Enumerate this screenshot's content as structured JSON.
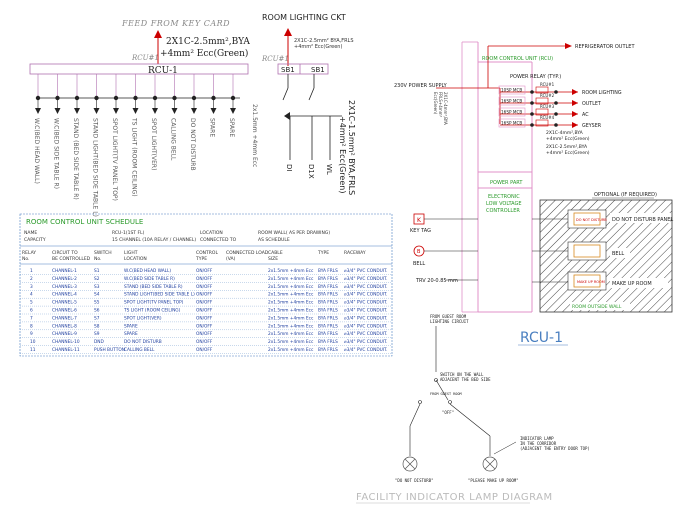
{
  "top": {
    "feed_title": "FEED FROM KEY CARD",
    "feed_cable_1": "2X1C-2.5mm²,BYA",
    "feed_cable_2": "+4mm² Ecc(Green)",
    "rcu_tag": "RCU#1",
    "rcu_label": "RCU-1",
    "cable_vertical": "2x1.5mm +4mm Ecc",
    "channel_labels": [
      "W.C(BED HEAD WALL)",
      "W.C(BED SIDE TABLE R)",
      "STAND (BED SIDE TABLE R)",
      "STAND LIGHT(BED SIDE TABLE L)",
      "SPOT LIGHT(TV PANEL TOP)",
      "TS LIGHT (ROOM CEILING)",
      "SPOT LIGHT(VER)",
      "CALLING BELL",
      "DO NOT DISTURB",
      "SPARE",
      "SPARE"
    ]
  },
  "room_ckt": {
    "title": "ROOM LIGHTING CKT",
    "small_cable_1": "2X1C-2.5mm² BYA,FRLS",
    "small_cable_2": "+4mm² Ecc(Green)",
    "rcu_tag": "RCU#1",
    "sb1": "SB1",
    "sb2": "SB1",
    "cable_1": "2X1C-1.5mm² BYA,FRLS",
    "cable_2": "+4mm² Ecc(Green)",
    "loads": [
      "DI",
      "D1X",
      "WL"
    ]
  },
  "schedule": {
    "title": "ROOM CONTROL UNIT SCHEDULE",
    "name_label": "NAME",
    "name_value": "RCU-1(1ST FL)",
    "capacity_label": "CAPACITY",
    "capacity_value": "15 CHANNEL (10A RELAY / CHANNEL)",
    "location_label": "LOCATION",
    "location_value": "ROOM WALL( AS PER DRAWING)",
    "connected_label": "CONNECTED TO",
    "connected_value": "AS SCHEDULE",
    "headers": [
      "RELAY No.",
      "CIRCUIT TO BE CONTROLLED",
      "SWITCH No.",
      "LIGHT LOCATION",
      "CONTROL TYPE",
      "CONNECTED LOAD (VA)",
      "CABLE SIZE",
      "TYPE",
      "RACEWAY"
    ],
    "rows": [
      [
        "1",
        "CHANNEL-1",
        "S1",
        "W.C(BED HEAD WALL)",
        "ON/OFF",
        "",
        "2x1.5mm +4mm Ecc",
        "BYA FRLS",
        "⌀3/4\" PVC CONDUIT."
      ],
      [
        "2",
        "CHANNEL-2",
        "S2",
        "W.C(BED SIDE TABLE R)",
        "ON/OFF",
        "",
        "2x1.5mm +4mm Ecc",
        "BYA FRLS",
        "⌀3/4\" PVC CONDUIT."
      ],
      [
        "3",
        "CHANNEL-3",
        "S3",
        "STAND (BED SIDE TABLE R)",
        "ON/OFF",
        "",
        "2x1.5mm +4mm Ecc",
        "BYA FRLS",
        "⌀3/4\" PVC CONDUIT."
      ],
      [
        "4",
        "CHANNEL-4",
        "S4",
        "STAND LIGHT(BED SIDE TABLE L)",
        "ON/OFF",
        "",
        "2x1.5mm +4mm Ecc",
        "BYA FRLS",
        "⌀3/4\" PVC CONDUIT."
      ],
      [
        "5",
        "CHANNEL-5",
        "S5",
        "SPOT LIGHT(TV PANEL TOP)",
        "ON/OFF",
        "",
        "2x1.5mm +4mm Ecc",
        "BYA FRLS",
        "⌀3/4\" PVC CONDUIT."
      ],
      [
        "6",
        "CHANNEL-6",
        "S6",
        "TS LIGHT (ROOM CEILING)",
        "ON/OFF",
        "",
        "2x1.5mm +4mm Ecc",
        "BYA FRLS",
        "⌀3/4\" PVC CONDUIT."
      ],
      [
        "7",
        "CHANNEL-7",
        "S7",
        "SPOT LIGHT(VER)",
        "ON/OFF",
        "",
        "2x1.5mm +4mm Ecc",
        "BYA FRLS",
        "⌀3/4\" PVC CONDUIT."
      ],
      [
        "8",
        "CHANNEL-8",
        "S8",
        "SPARE",
        "ON/OFF",
        "",
        "2x1.5mm +4mm Ecc",
        "BYA FRLS",
        "⌀3/4\" PVC CONDUIT."
      ],
      [
        "9",
        "CHANNEL-9",
        "S9",
        "SPARE",
        "ON/OFF",
        "",
        "2x1.5mm +4mm Ecc",
        "BYA FRLS",
        "⌀3/4\" PVC CONDUIT."
      ],
      [
        "10",
        "CHANNEL-10",
        "DND",
        "DO NOT DISTURB",
        "ON/OFF",
        "",
        "2x1.5mm +4mm Ecc",
        "BYA FRLS",
        "⌀3/4\" PVC CONDUIT."
      ],
      [
        "11",
        "CHANNEL-11",
        "PUSH BUTTON",
        "CALLING BELL",
        "ON/OFF",
        "",
        "2x1.5mm +4mm Ecc",
        "BYA FRLS",
        "⌀3/4\" PVC CONDUIT."
      ]
    ]
  },
  "rcu_panel": {
    "fridge": "REFRIGERATOR OUTLET",
    "title": "ROOM CONTROL UNIT (RCU)",
    "power_relay": "POWER RELAY (TYP.)",
    "supply": "230V POWER SUPPLY",
    "supply_cable": "2X1C-4mm²,BYA",
    "supply_cable_2": "FRLS+4mm²",
    "supply_cable_3": "Ecc(Green)",
    "mcbs": [
      "10SP MCB",
      "16SP MCB",
      "16SP MCB",
      "16SP MCB"
    ],
    "rcu_nums": [
      "RCU#1",
      "RCU#2",
      "RCU#3",
      "RCU#4"
    ],
    "outputs": [
      "ROOM LIGHTING",
      "OUTLET",
      "AC",
      "GEYSER"
    ],
    "cable_a_1": "2X1C-4mm²,BYA",
    "cable_a_2": "+4mm² Ecc(Green)",
    "cable_b_1": "2X1C-2.5mm²,BYA",
    "cable_b_2": "+4mm² Ecc(Green)",
    "power_part": "POWER PART",
    "elv_1": "ELECTRONIC",
    "elv_2": "LOW VOLTAGE",
    "elv_3": "CONTROLLER",
    "keytag_symbol": "K",
    "keytag": "KEY TAG",
    "bell_symbol": "B",
    "bell": "BELL",
    "trv": "TRV 20-0.85 mm",
    "optional": "OPTIONAL (IF REQUIRED)",
    "dnd_box": "DO NOT DISTURB",
    "dnd_panel": "DO NOT DISTURB PANEL",
    "bell_box": "",
    "bell_label": "BELL",
    "mur_box": "MAKE UP ROOM",
    "mur_label": "MAKE UP ROOM",
    "outside": "ROOM OUTSIDE WALL",
    "rcu_label": "RCU-1"
  },
  "indicator": {
    "from_1": "FROM GUEST ROOM",
    "from_2": "LIGHTING CIRCUIT",
    "switch_1": "SWITCH ON THE WALL",
    "switch_2": "ADJACENT THE BED SIDE",
    "off": "\"OFF\"",
    "lamp_1": "INDICATOR LAMP",
    "lamp_2": "IN THE CORRIDOR",
    "lamp_3": "(ADJACENT THE ENTRY DOOR TOP)",
    "dnd": "\"DO NOT DISTURB\"",
    "mur": "\"PLEASE MAKE UP ROOM\"",
    "title": "FACILITY INDICATOR LAMP DIAGRAM"
  }
}
